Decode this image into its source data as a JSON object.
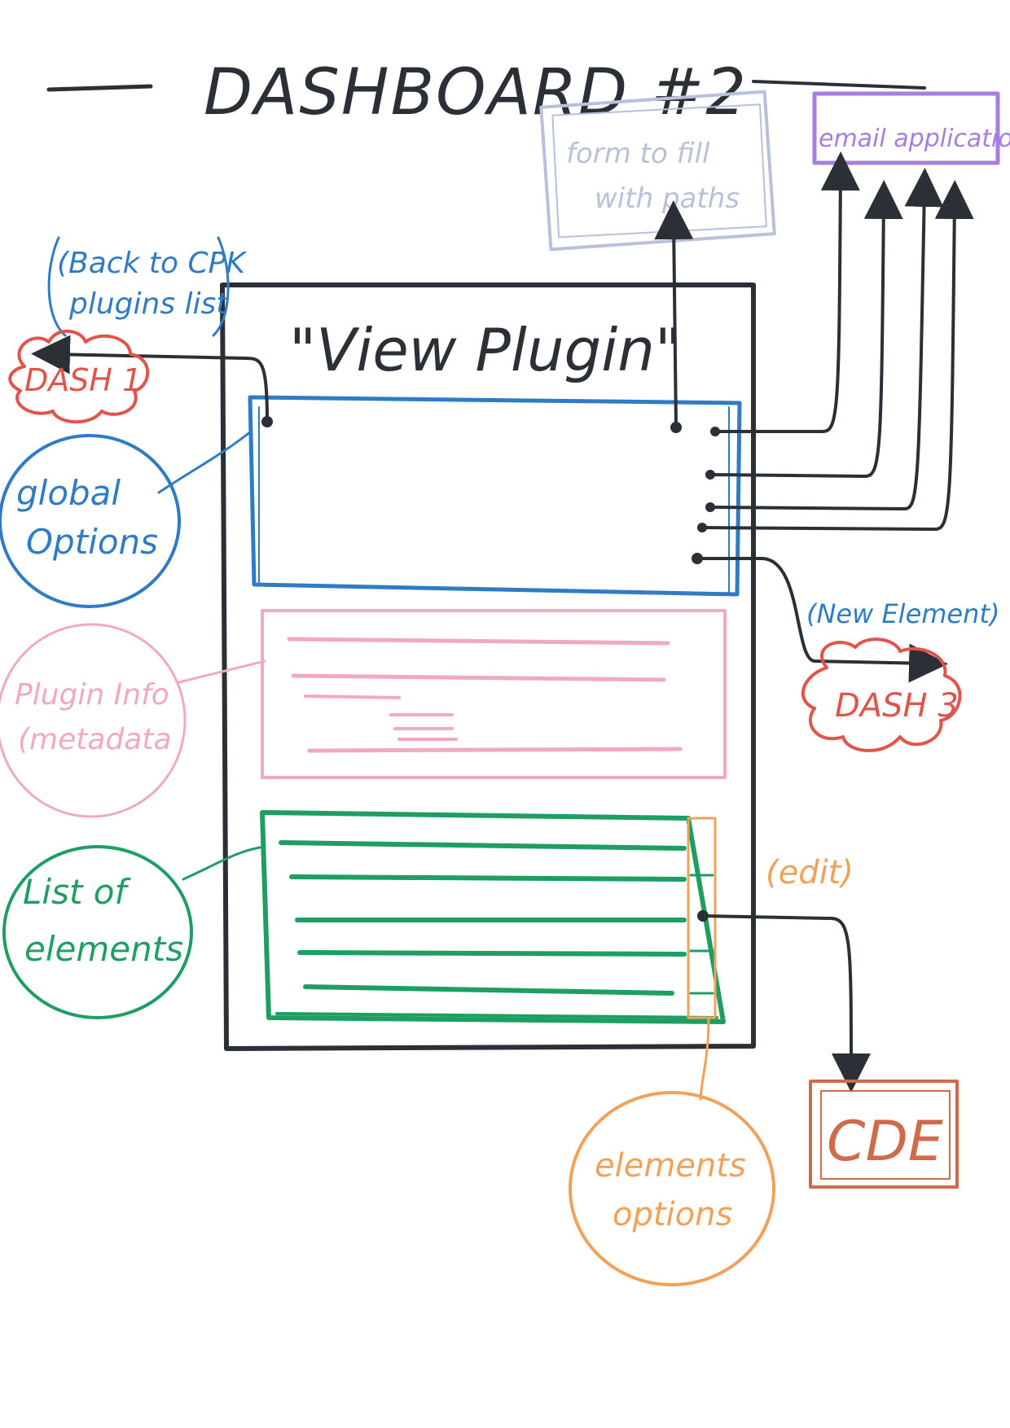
{
  "title": "DASHBOARD #2",
  "colors": {
    "ink": "#2b2f36",
    "blue": "#2f7bc4",
    "pink": "#f1a9c0",
    "green": "#1f9e63",
    "orange": "#f0a25a",
    "red": "#e0544a",
    "purple": "#a57ee0",
    "lavender": "#b9c0da",
    "brown": "#cf6a4a"
  },
  "main_box": {
    "title": "\"View Plugin\""
  },
  "external": {
    "form": [
      "form to fill",
      "with paths"
    ],
    "email": "email application",
    "cde": "CDE"
  },
  "labels": {
    "back": [
      "(Back to CPK",
      "plugins list"
    ],
    "dash1": "DASH 1",
    "global": [
      "global",
      "Options"
    ],
    "plugin_info": [
      "Plugin Info",
      "(metadata"
    ],
    "list": [
      "List of",
      "elements"
    ],
    "new_element": "(New Element)",
    "dash3": "DASH 3",
    "edit": "(edit)",
    "elements_options": [
      "elements",
      "options"
    ]
  }
}
